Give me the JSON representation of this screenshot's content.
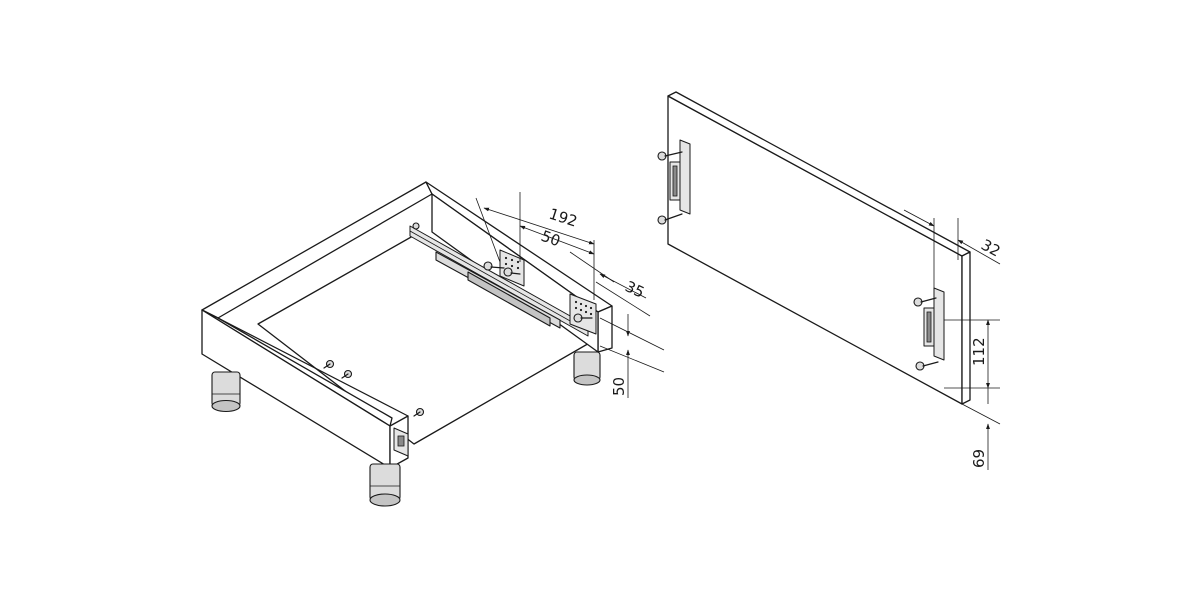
{
  "figure": {
    "dimensions": {
      "slide_length": "192",
      "bracket_offset": "50",
      "side_offset": "35",
      "bottom_offset": "50",
      "front_edge_offset": "32",
      "bracket_spacing": "112",
      "front_bottom_offset": "69"
    },
    "colors": {
      "line": "#1a1a1a",
      "shade": "#dcdcdc",
      "shade_dark": "#c4c4c4",
      "background": "#ffffff"
    }
  }
}
